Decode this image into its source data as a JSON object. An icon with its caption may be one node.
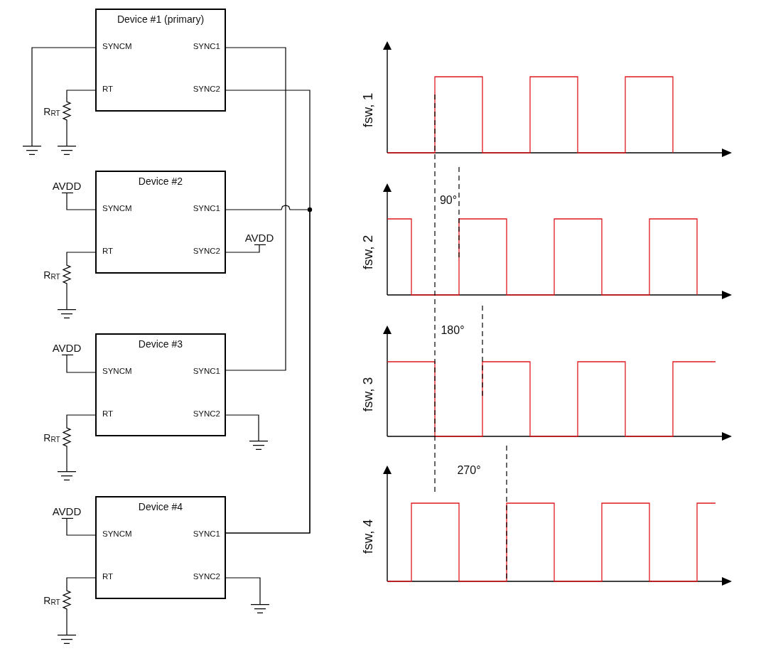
{
  "diagram": {
    "nodes": [
      {
        "text": [
          "Device #1 (primary)",
          "SYNCM",
          "SYNC1",
          "RT",
          "SYNC2"
        ]
      },
      {
        "text": [
          "Device #2",
          "SYNCM",
          "SYNC1",
          "RT",
          "SYNC2"
        ]
      },
      {
        "text": [
          "Device #3",
          "SYNCM",
          "SYNC1",
          "RT",
          "SYNC2"
        ]
      },
      {
        "text": [
          "Device #4",
          "SYNCM",
          "SYNC1",
          "RT",
          "SYNC2"
        ]
      },
      {
        "text": [],
        "shape": "ground"
      },
      {
        "text": [],
        "shape": "resistor",
        "beside": [
          "R$_{RT}$"
        ]
      },
      {
        "text": [],
        "shape": "ground"
      },
      {
        "text": [
          "AVDD"
        ]
      },
      {
        "text": [
          "AVDD"
        ]
      },
      {
        "text": [],
        "shape": "resistor",
        "beside": [
          "R$_{RT}$"
        ]
      },
      {
        "text": [],
        "shape": "ground"
      },
      {
        "text": [
          "AVDD"
        ]
      },
      {
        "text": [],
        "shape": "resistor",
        "beside": [
          "R$_{RT}$"
        ]
      },
      {
        "text": [],
        "shape": "ground"
      },
      {
        "text": [],
        "shape": "ground"
      },
      {
        "text": [
          "AVDD"
        ]
      },
      {
        "text": [],
        "shape": "resistor",
        "beside": [
          "R$_{RT}$"
        ]
      },
      {
        "text": [],
        "shape": "ground"
      },
      {
        "text": [],
        "shape": "ground"
      }
    ],
    "edges": [
      {
        "from": 0,
        "to": 2,
        "arrow": "none"
      },
      {
        "from": 0,
        "to": 3,
        "arrow": "none"
      },
      {
        "from": 1,
        "to": 3,
        "arrow": "none"
      },
      {
        "from": 0,
        "to": 4,
        "arrow": "none"
      },
      {
        "from": 0,
        "to": 5,
        "arrow": "none"
      },
      {
        "from": 5,
        "to": 6,
        "arrow": "none"
      },
      {
        "from": 7,
        "to": 1,
        "arrow": "none"
      },
      {
        "from": 1,
        "to": 9,
        "arrow": "none"
      },
      {
        "from": 9,
        "to": 10,
        "arrow": "none"
      },
      {
        "from": 1,
        "to": 8,
        "arrow": "none"
      },
      {
        "from": 11,
        "to": 2,
        "arrow": "none"
      },
      {
        "from": 2,
        "to": 12,
        "arrow": "none"
      },
      {
        "from": 12,
        "to": 13,
        "arrow": "none"
      },
      {
        "from": 2,
        "to": 14,
        "arrow": "none"
      },
      {
        "from": 15,
        "to": 3,
        "arrow": "none"
      },
      {
        "from": 3,
        "to": 16,
        "arrow": "none"
      },
      {
        "from": 16,
        "to": 17,
        "arrow": "none"
      },
      {
        "from": 3,
        "to": 18,
        "arrow": "none"
      }
    ],
    "labels": [
      "fsw, 1",
      "90°",
      "fsw, 2",
      "180°",
      "fsw, 3",
      "270°",
      "fsw, 4"
    ]
  }
}
